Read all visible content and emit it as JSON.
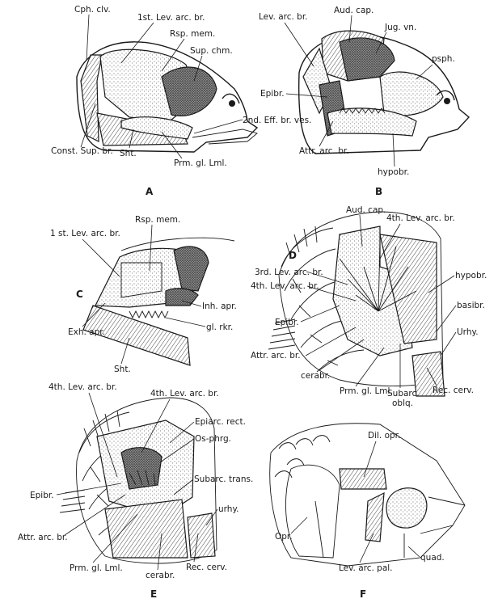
{
  "panels": {
    "A": {
      "letter": "A",
      "labels": {
        "cph_clv": "Cph. clv.",
        "lev_arc_br_1": "1st. Lev. arc. br.",
        "rsp_mem": "Rsp. mem.",
        "sup_chm": "Sup. chm.",
        "eff_br_ves": "2nd. Eff. br. ves.",
        "const_sup_br": "Const. Sup. br.",
        "sht": "Sht.",
        "prm_gl_lml": "Prm. gl. Lml."
      }
    },
    "B": {
      "letter": "B",
      "labels": {
        "lev_arc_br": "Lev. arc. br.",
        "aud_cap": "Aud. cap.",
        "jug_vn": "Jug. vn.",
        "psph": "psph.",
        "epibr": "Epibr.",
        "attr_arc_br": "Attr. arc. br.",
        "hypobr": "hypobr."
      }
    },
    "C": {
      "letter": "C",
      "labels": {
        "rsp_mem": "Rsp. mem.",
        "lev_arc_br_1": "1 st. Lev. arc. br.",
        "inh_apr": "Inh. apr.",
        "gl_rkr": "gl. rkr.",
        "exh_apr": "Exh. apr.",
        "sht": "Sht."
      }
    },
    "D": {
      "letter": "D",
      "labels": {
        "aud_cap": "Aud. cap.",
        "lev_arc_br_4a": "4th. Lev. arc. br.",
        "lev_arc_br_3": "3rd. Lev. arc. br.",
        "lev_arc_br_4b": "4th. Lev. arc. br.",
        "hypobr": "hypobr.",
        "basibr": "basibr.",
        "epibr": "Epibr.",
        "urhy": "Urhy.",
        "attr_arc_br": "Attr. arc. br.",
        "cerabr": "cerabr.",
        "prm_gl_lml": "Prm. gl. Lml.",
        "subarc": "Subarc.",
        "oblq": "oblq.",
        "rec_cerv": "Rec. cerv."
      }
    },
    "E": {
      "letter": "E",
      "labels": {
        "lev_arc_br_4a": "4th. Lev. arc. br.",
        "lev_arc_br_4b": "4th. Lev. arc. br.",
        "epiarc_rect": "Epiarc. rect.",
        "os_phrg": "Os-phrg.",
        "subarc_trans": "Subarc. trans.",
        "epibr": "Epibr.",
        "urhy": "urhy.",
        "attr_arc_br": "Attr. arc. br.",
        "prm_gl_lml": "Prm. gl. Lml.",
        "cerabr": "cerabr.",
        "rec_cerv": "Rec. cerv."
      }
    },
    "F": {
      "letter": "F",
      "labels": {
        "dil_opr": "Dil. opr.",
        "opr": "Opr.",
        "quad": "quad.",
        "lev_arc_pal": "Lev. arc. pal."
      }
    }
  }
}
